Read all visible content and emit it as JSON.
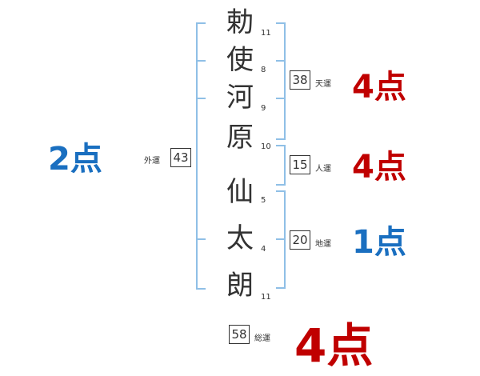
{
  "name_chars": [
    {
      "char": "勅",
      "strokes": "11"
    },
    {
      "char": "使",
      "strokes": "8"
    },
    {
      "char": "河",
      "strokes": "9"
    },
    {
      "char": "原",
      "strokes": "10"
    },
    {
      "char": "仙",
      "strokes": "5"
    },
    {
      "char": "太",
      "strokes": "4"
    },
    {
      "char": "朗",
      "strokes": "11"
    }
  ],
  "fortunes": {
    "tenun": {
      "label": "天運",
      "value": "38",
      "score": "4点"
    },
    "jinun": {
      "label": "人運",
      "value": "15",
      "score": "4点"
    },
    "chiun": {
      "label": "地運",
      "value": "20",
      "score": "1点"
    },
    "gaiun": {
      "label": "外運",
      "value": "43",
      "score": "2点"
    },
    "souun": {
      "label": "総運",
      "value": "58",
      "score": "4点"
    }
  },
  "colors": {
    "good": "#c00000",
    "bad": "#1a6fc0",
    "bracket": "#8fbfe6"
  }
}
